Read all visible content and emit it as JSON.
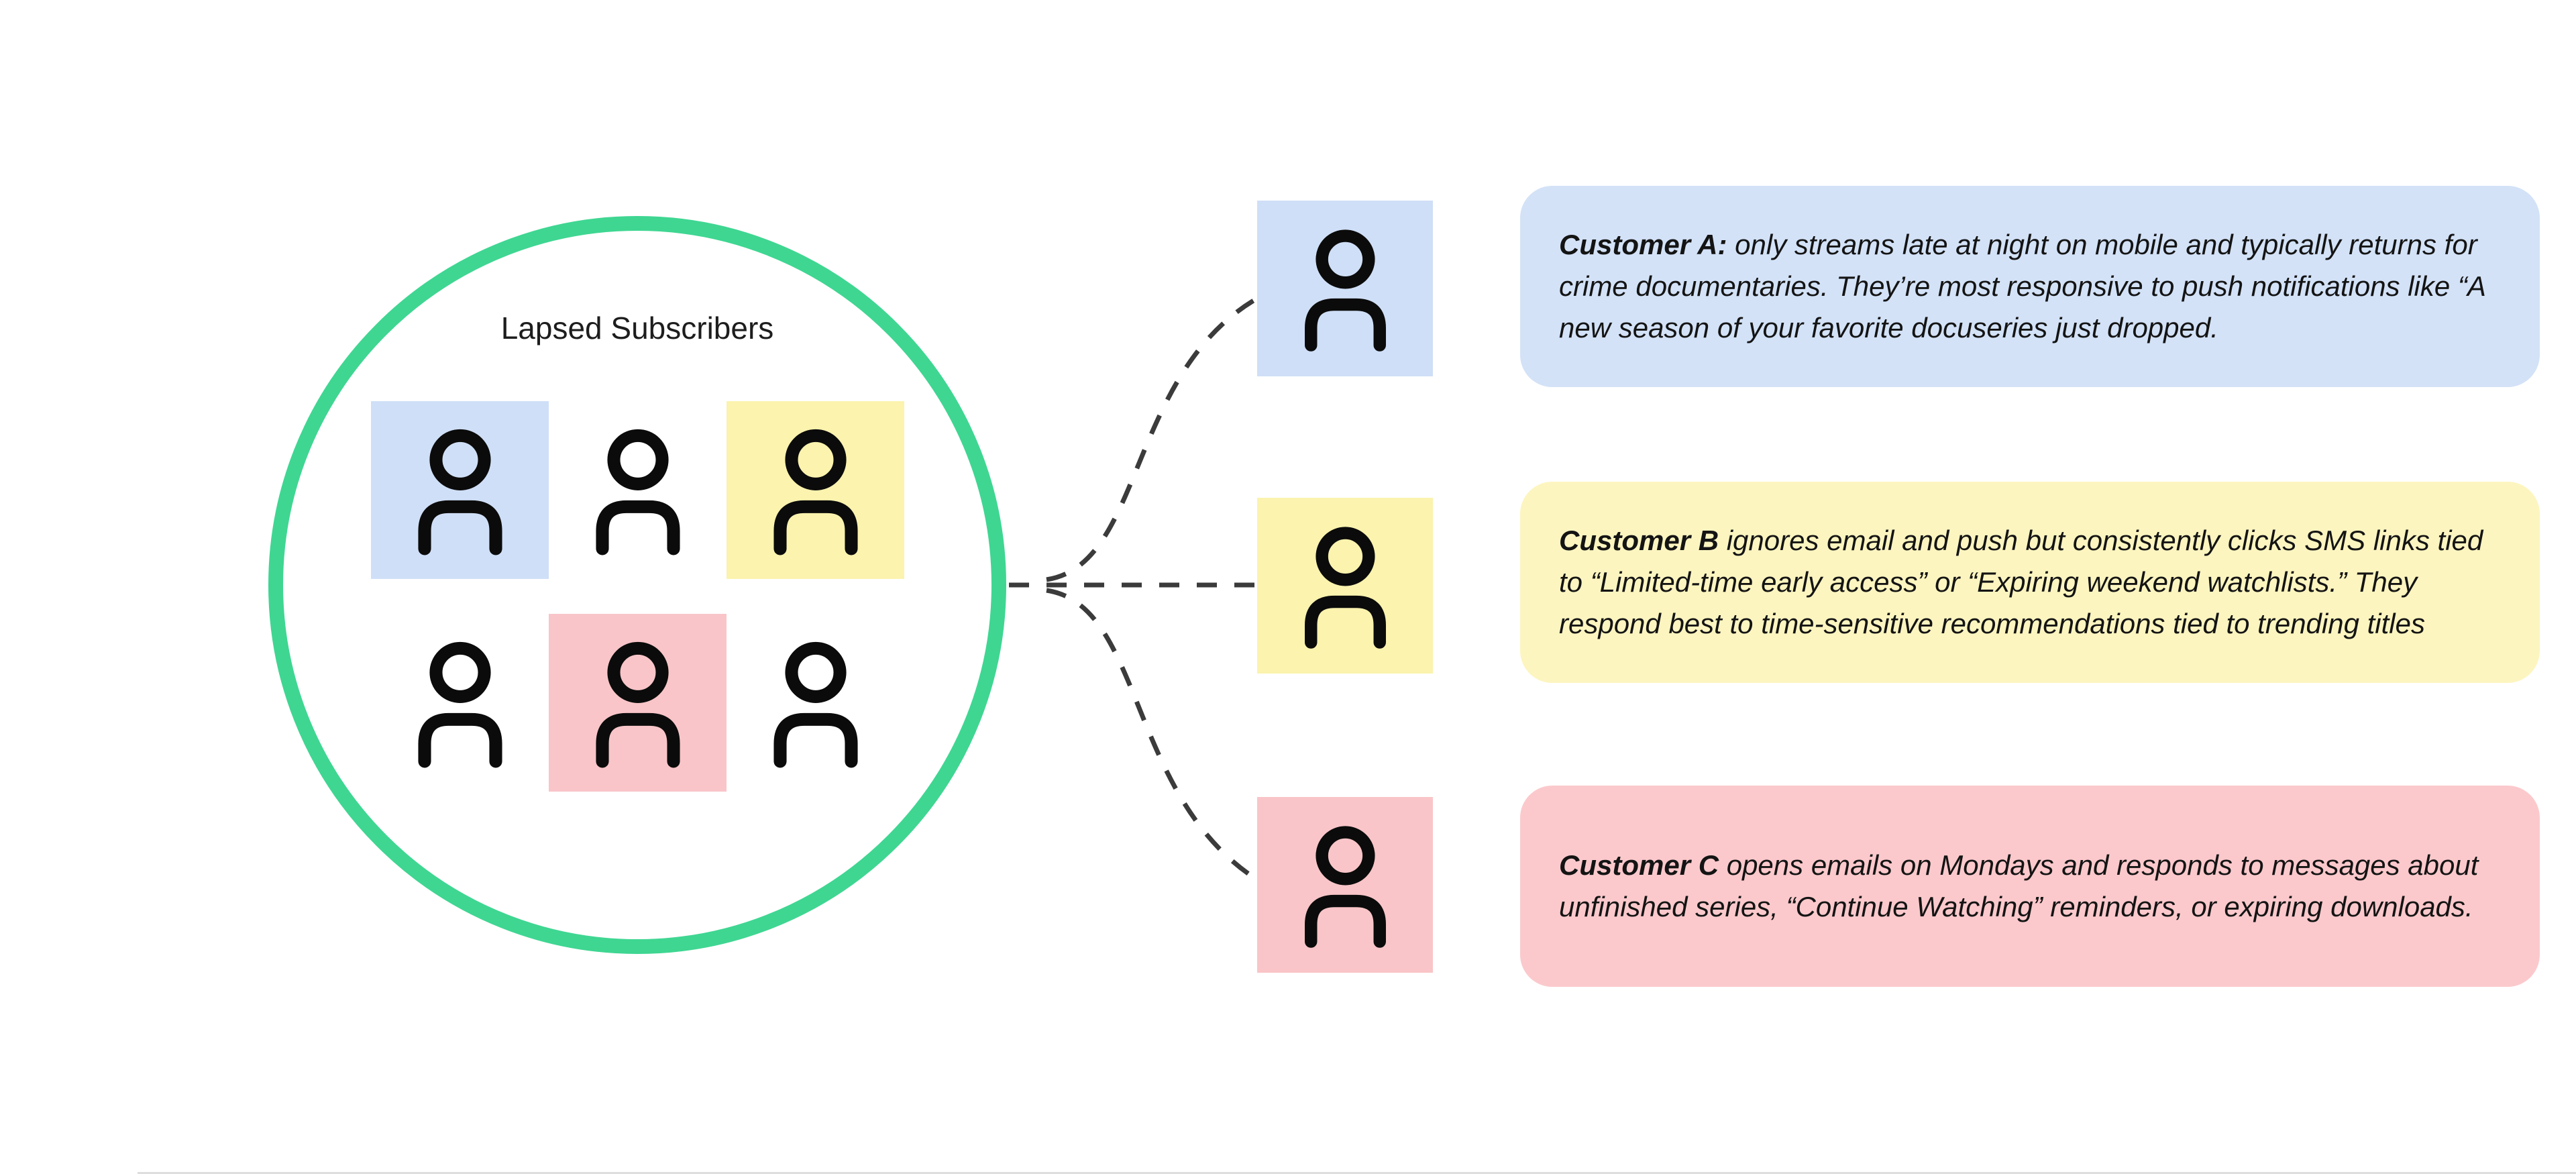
{
  "group": {
    "label": "Lapsed Subscribers",
    "circle_color": "#3fd692",
    "members": [
      {
        "bg_color": "#cfdff7"
      },
      {
        "bg_color": ""
      },
      {
        "bg_color": "#fbf3ae"
      },
      {
        "bg_color": ""
      },
      {
        "bg_color": "#f9c5c8"
      },
      {
        "bg_color": ""
      }
    ]
  },
  "connectors": {
    "color": "#3b3b3b",
    "style": "dashed"
  },
  "customers": [
    {
      "label": "Customer A:",
      "body": "only streams late at night on mobile and typically returns for crime documentaries. They’re most responsive to push notifications like “A new season of your favorite docuseries just dropped.",
      "avatar_color": "#cfdff7",
      "card_color": "#d3e2f7"
    },
    {
      "label": "Customer B",
      "body": "ignores email and push but consistently clicks SMS links tied to “Limited-time early access” or “Expiring weekend watchlists.” They respond best to time-sensitive recommendations tied to trending titles",
      "avatar_color": "#fbf3ae",
      "card_color": "#fdf5c0"
    },
    {
      "label": "Customer C",
      "body": "opens emails on Mondays and responds to messages about unfinished series, “Continue Watching” reminders, or expiring downloads.",
      "avatar_color": "#f9c5c8",
      "card_color": "#fbc9cc"
    }
  ]
}
